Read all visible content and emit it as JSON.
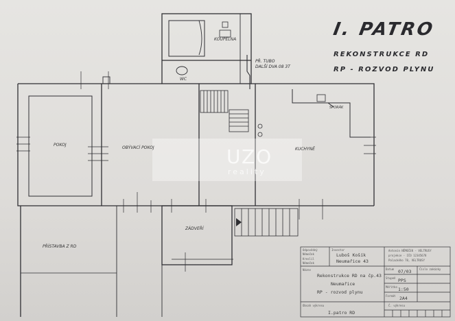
{
  "heading": {
    "title": "I. PATRO",
    "line1": "REKONSTRUKCE RD",
    "line2": "RP - ROZVOD PLYNU",
    "note": "PŘ. TUBO\nDALŠÍ DVA 08 3T"
  },
  "rooms": {
    "koupelna": "KOUPELNA",
    "wc": "WC",
    "pokoj": "POKOJ",
    "obyvaci_pokoj": "OBÝVACÍ POKOJ",
    "kuchyne": "KUCHYNĚ",
    "zadveri": "ZÁDVEŘÍ",
    "pristavba": "PŘÍSTAVBA Z RD",
    "sporak": "SPORÁK"
  },
  "watermark": {
    "main": "UZO",
    "sub": "reality"
  },
  "title_block": {
    "odpovedny_label": "Odpovědný",
    "odpovedny_value": "Němeček",
    "kreslil_label": "Kreslil",
    "kreslil_value": "Němeček",
    "investor_label": "Investor",
    "investor_name": "Luboš Košík",
    "investor_address": "Neumařice 43",
    "firm_line1": "Antonín NĚMEČEK - VELTRUSY",
    "firm_line2": "projekce - IČO 12345678",
    "firm_line3": "Palackého 78, VELTRUSY",
    "nazev_label": "Název",
    "project_line1": "Rekonstrukce RD na čp.43",
    "project_line2": "Neumařice",
    "project_line3": "RP - rozvod plynu",
    "datum_label": "Datum",
    "datum_value": "07/03",
    "stupen_label": "Stupeň",
    "stupen_value": "PPS",
    "meritko_label": "Měřítko",
    "meritko_value": "1:50",
    "format_label": "Formát",
    "format_value": "2A4",
    "zakazka_label": "Číslo zakázky",
    "obsah_label": "Obsah výkresu",
    "obsah_value": "I.patro RD",
    "cis_label": "Č. výkresu"
  }
}
